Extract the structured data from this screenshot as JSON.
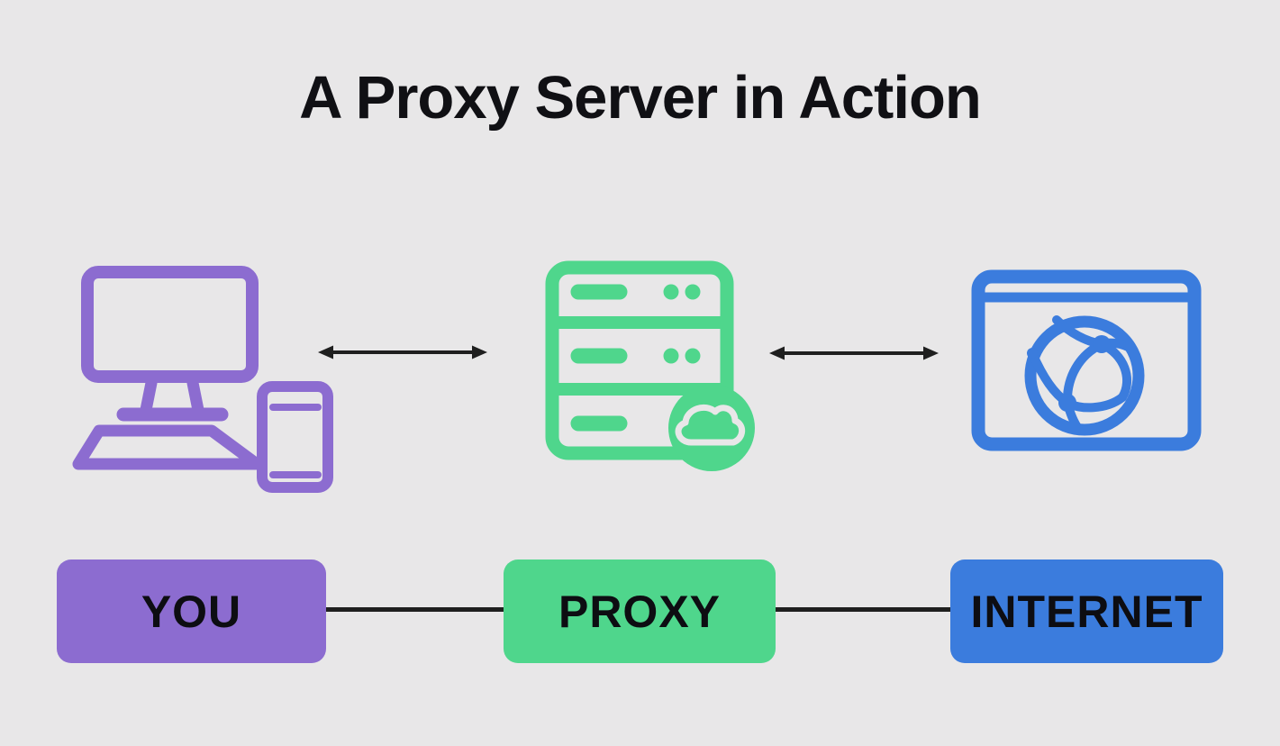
{
  "title": "A Proxy Server in Action",
  "theme": {
    "bg": "#e8e7e8",
    "ink": "#101014",
    "line": "#1f1f1f",
    "purple": "#8c6cd0",
    "green": "#4fd68c",
    "blue": "#3b7cdd"
  },
  "nodes": [
    {
      "id": "you",
      "label": "YOU",
      "icon": "computer-and-phone-icon",
      "color": "#8c6cd0"
    },
    {
      "id": "proxy",
      "label": "PROXY",
      "icon": "proxy-server-cloud-icon",
      "color": "#4fd68c"
    },
    {
      "id": "internet",
      "label": "INTERNET",
      "icon": "browser-globe-icon",
      "color": "#3b7cdd"
    }
  ],
  "connections": [
    {
      "from": "you",
      "to": "proxy",
      "type": "double-headed-arrow"
    },
    {
      "from": "proxy",
      "to": "internet",
      "type": "double-headed-arrow"
    },
    {
      "from": "you-box",
      "to": "proxy-box",
      "type": "line"
    },
    {
      "from": "proxy-box",
      "to": "internet-box",
      "type": "line"
    }
  ]
}
